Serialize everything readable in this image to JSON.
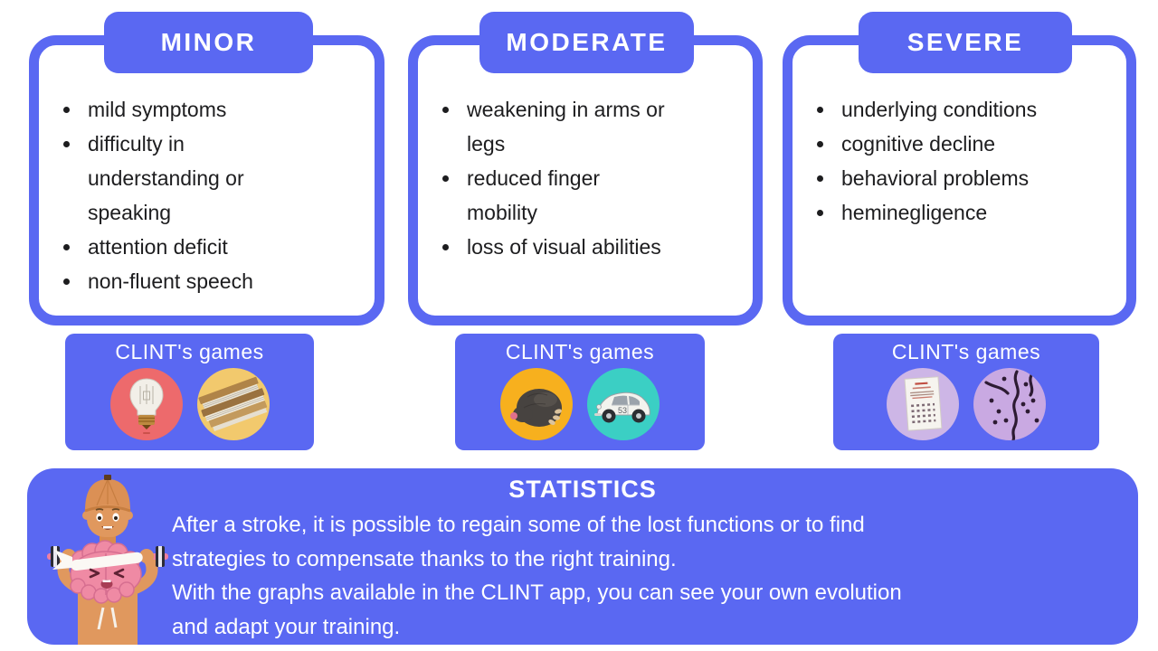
{
  "palette": {
    "blurple": "#5a68f2",
    "text_dark": "#1d1d1f",
    "white": "#ffffff"
  },
  "cards": [
    {
      "title": "MINOR",
      "items": [
        "mild symptoms",
        "difficulty in\nunderstanding or\nspeaking",
        "attention deficit",
        "non-fluent speech"
      ]
    },
    {
      "title": "MODERATE",
      "items": [
        "weakening in arms or\nlegs",
        "reduced finger\nmobility",
        "loss of visual abilities"
      ]
    },
    {
      "title": "SEVERE",
      "items": [
        "underlying conditions",
        "cognitive decline",
        "behavioral problems",
        "heminegligence"
      ]
    }
  ],
  "games": {
    "label": "CLINT's games",
    "car_number": "53",
    "boxes": [
      {
        "icons": [
          {
            "name": "lightbulb",
            "bg": "#ed6a6c"
          },
          {
            "name": "book-stack",
            "bg": "#f2c96d"
          }
        ]
      },
      {
        "icons": [
          {
            "name": "mole",
            "bg": "#f7b01e"
          },
          {
            "name": "beetle-car",
            "bg": "#3bcfc4"
          }
        ]
      },
      {
        "icons": [
          {
            "name": "calendar-sheet",
            "bg": "#cdb6e6"
          },
          {
            "name": "tree-branches",
            "bg": "#c9a9e2"
          }
        ]
      }
    ]
  },
  "statistics": {
    "title": "STATISTICS",
    "lines": [
      "After a stroke, it is possible to regain some of the lost functions or to find",
      "strategies to compensate thanks to the right training.",
      "With the graphs available in the CLINT app, you can see your own evolution",
      "and adapt your training."
    ]
  }
}
